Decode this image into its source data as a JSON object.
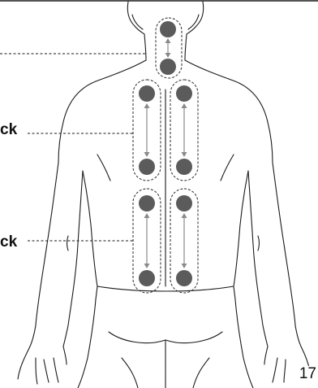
{
  "labels": {
    "upper_region": "ck",
    "lower_region": "ck"
  },
  "page_number": "17"
}
